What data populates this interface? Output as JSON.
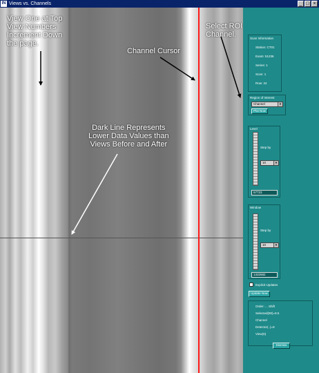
{
  "window": {
    "app_icon": "IN",
    "title": "Views vs. Channels",
    "buttons": {
      "minimize": "_",
      "maximize": "□",
      "close": "×"
    }
  },
  "annotations": {
    "view_numbers": [
      "View One at Top",
      "View Numbers",
      "Increment Down",
      "the page."
    ],
    "select_roi": [
      "Select ROI",
      "Channel."
    ],
    "channel_cursor": "Channel Cursor",
    "dark_line": [
      "Dark Line Represents",
      "Lower Data Values than",
      "Views Before and After"
    ]
  },
  "scan_info": {
    "title": "Scan Information",
    "station": "Station: CT01",
    "exam": "Exam: 51236",
    "series": "Series: 1",
    "scan": "Scan: 1",
    "row": "Row: 24"
  },
  "roi": {
    "title": "Region of Interest",
    "selected": "Channel",
    "plot_button": "Plot Now"
  },
  "level": {
    "title": "Level",
    "step_label": "Step by",
    "step_value": "10",
    "value": "57723"
  },
  "window_ctrl": {
    "title": "Window",
    "step_label": "Step by",
    "step_value": "10",
    "value": "1332582"
  },
  "updates": {
    "explicit_label": "Explicit Updates",
    "update_button": "Update Now"
  },
  "status": {
    "lines": [
      "Order: ... Shift",
      "Selected(90)=8.5",
      "Channel",
      "Detector(..)=8",
      "View(0)"
    ]
  },
  "dismiss_label": "Dismiss",
  "colors": {
    "panel_bg": "#1f8a8a",
    "cursor": "#ff1818"
  }
}
